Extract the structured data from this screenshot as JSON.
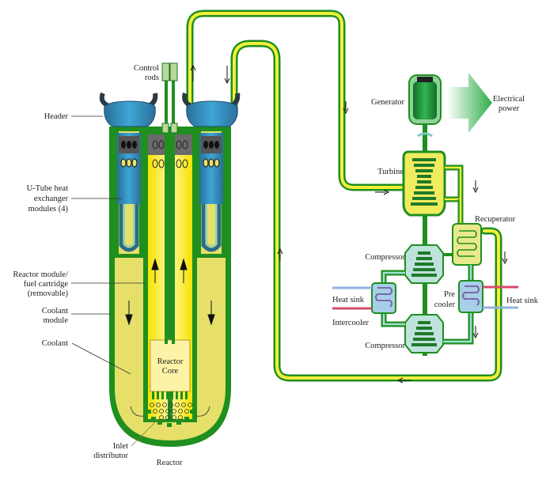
{
  "diagram": {
    "title": "Reactor with closed Brayton power conversion loop",
    "colors": {
      "pipe_outer": "#1f8f1f",
      "pipe_inner": "#f2ef3a",
      "vessel_fill": "#e6e06a",
      "core_fill": "#fff59a",
      "header_blue": "#2d87b6",
      "gen_green": "#1e9a3a",
      "cold_blue": "#9ec9ea",
      "hot_red": "#d24d6a"
    },
    "labels": {
      "control_rods": [
        "Control",
        "rods"
      ],
      "header": "Header",
      "u_tube": [
        "U-Tube heat",
        "exchanger",
        "modules (4)"
      ],
      "reactor_module": [
        "Reactor module/",
        "fuel cartridge",
        "(removable)"
      ],
      "coolant_module": [
        "Coolant",
        "module"
      ],
      "coolant": "Coolant",
      "reactor_core": [
        "Reactor",
        "Core"
      ],
      "inlet_distributor": [
        "Inlet",
        "distributor"
      ],
      "reactor": "Reactor",
      "generator": "Generator",
      "electrical_power": [
        "Electrical",
        "power"
      ],
      "turbine": "Turbine",
      "recuperator": "Recuperator",
      "compressor_top": "Compressor",
      "compressor_bottom": "Compressor",
      "heat_sink_left": "Heat sink",
      "heat_sink_right": "Heat sink",
      "intercooler": "Intercooler",
      "precooler": [
        "Pre",
        "cooler"
      ]
    }
  }
}
